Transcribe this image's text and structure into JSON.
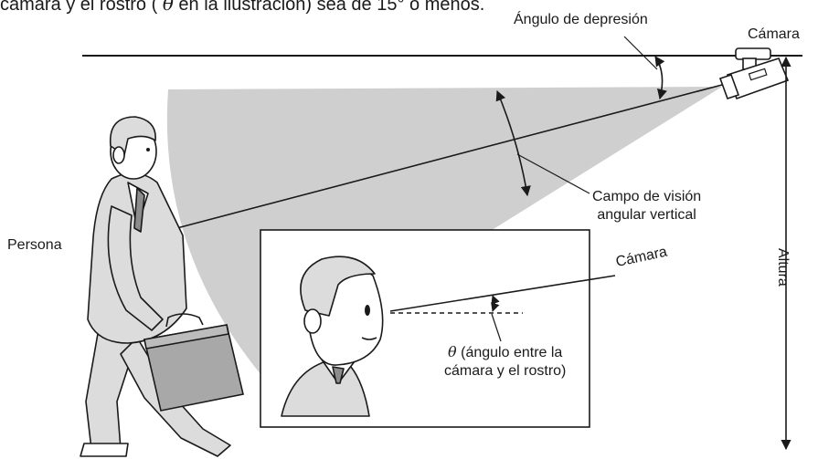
{
  "caption": {
    "text_before": "cámara y el rostro ( ",
    "symbol": "θ",
    "text_after": " en la ilustración) sea de 15° o menos."
  },
  "labels": {
    "depression_angle": "Ángulo de depresión",
    "camera": "Cámara",
    "fov_line1": "Campo de visión",
    "fov_line2": "angular vertical",
    "person": "Persona",
    "height": "Altura"
  },
  "inset": {
    "camera": "Cámara",
    "theta_symbol": "θ",
    "theta_line1_rest": " (ángulo entre la",
    "theta_line2": "cámara y el rostro)"
  },
  "colors": {
    "field_of_view": "#cfcfcf",
    "line": "#1a1a1a",
    "suit": "#dcdcdc",
    "briefcase": "#a8a8a8"
  }
}
